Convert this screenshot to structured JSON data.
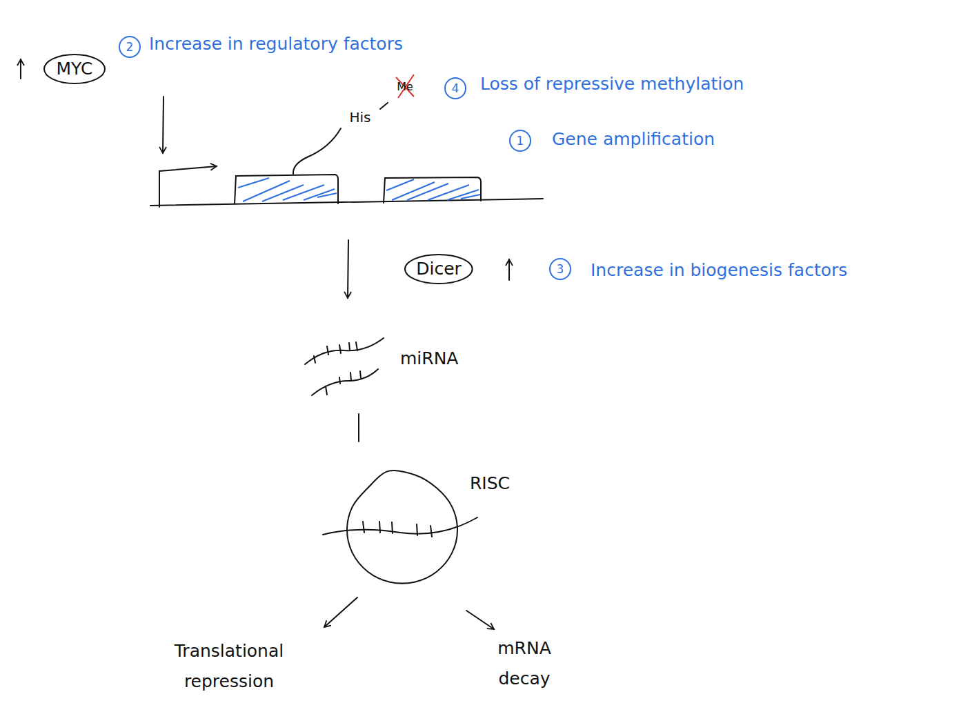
{
  "diagram": {
    "nodes": [
      {
        "text": [
          "MYC"
        ]
      },
      {
        "text": [
          "Dicer"
        ]
      },
      {
        "text": [
          "RISC"
        ]
      }
    ],
    "labels": [
      "2",
      "Increase in regulatory factors",
      "Me",
      "4",
      "Loss of repressive methylation",
      "His",
      "1",
      "Gene amplification",
      "3",
      "Increase in biogenesis factors",
      "miRNA",
      "Translational repression",
      "mRNA decay"
    ]
  }
}
